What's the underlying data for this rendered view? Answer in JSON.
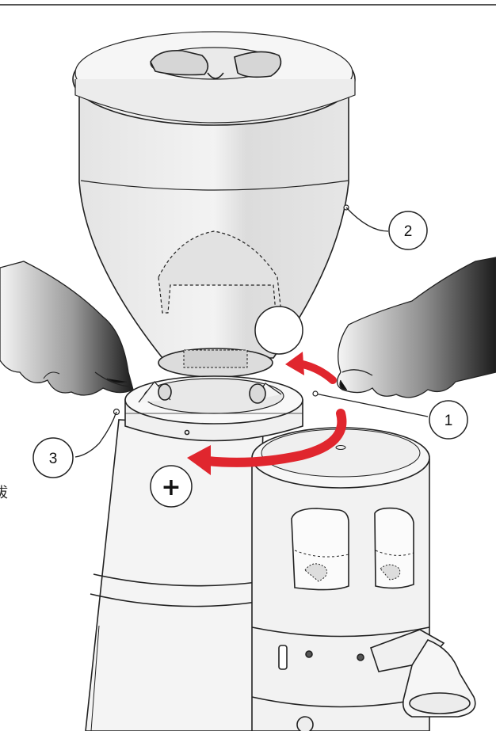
{
  "callouts": {
    "c1": "1",
    "c2": "2",
    "c3": "3"
  },
  "direction_symbol": "+",
  "edge_glyph": "拔",
  "colors": {
    "arrow": "#e0262e",
    "line": "#222222",
    "hopper_fill": "#eaeaea",
    "body_fill": "#f2f2f2",
    "hand_dark": "#2a2a2a"
  }
}
